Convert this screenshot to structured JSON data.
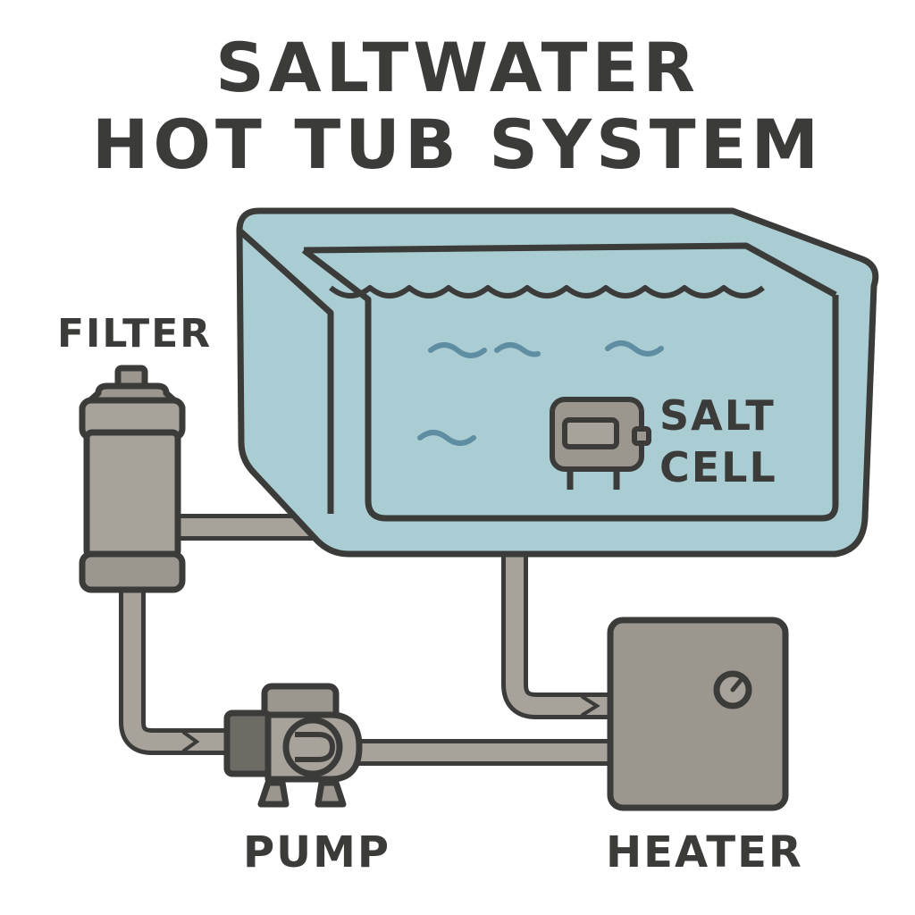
{
  "title": {
    "line1": "SALTWATER",
    "line2": "HOT TUB SYSTEM"
  },
  "labels": {
    "filter": "FILTER",
    "salt_cell_line1": "SALT",
    "salt_cell_line2": "CELL",
    "pump": "PUMP",
    "heater": "HEATER"
  },
  "colors": {
    "outline": "#3b3b39",
    "water": "#a9cdd3",
    "water_ripple": "#5f8ea3",
    "equipment": "#9b978f",
    "equipment_dark": "#6e6b65",
    "pipe": "#a7a39b"
  },
  "icons": {
    "tub": "tub-icon",
    "filter": "filter-canister-icon",
    "pump": "pump-icon",
    "heater": "heater-box-icon",
    "salt_cell": "salt-cell-icon",
    "heater_dial": "dial-icon"
  }
}
